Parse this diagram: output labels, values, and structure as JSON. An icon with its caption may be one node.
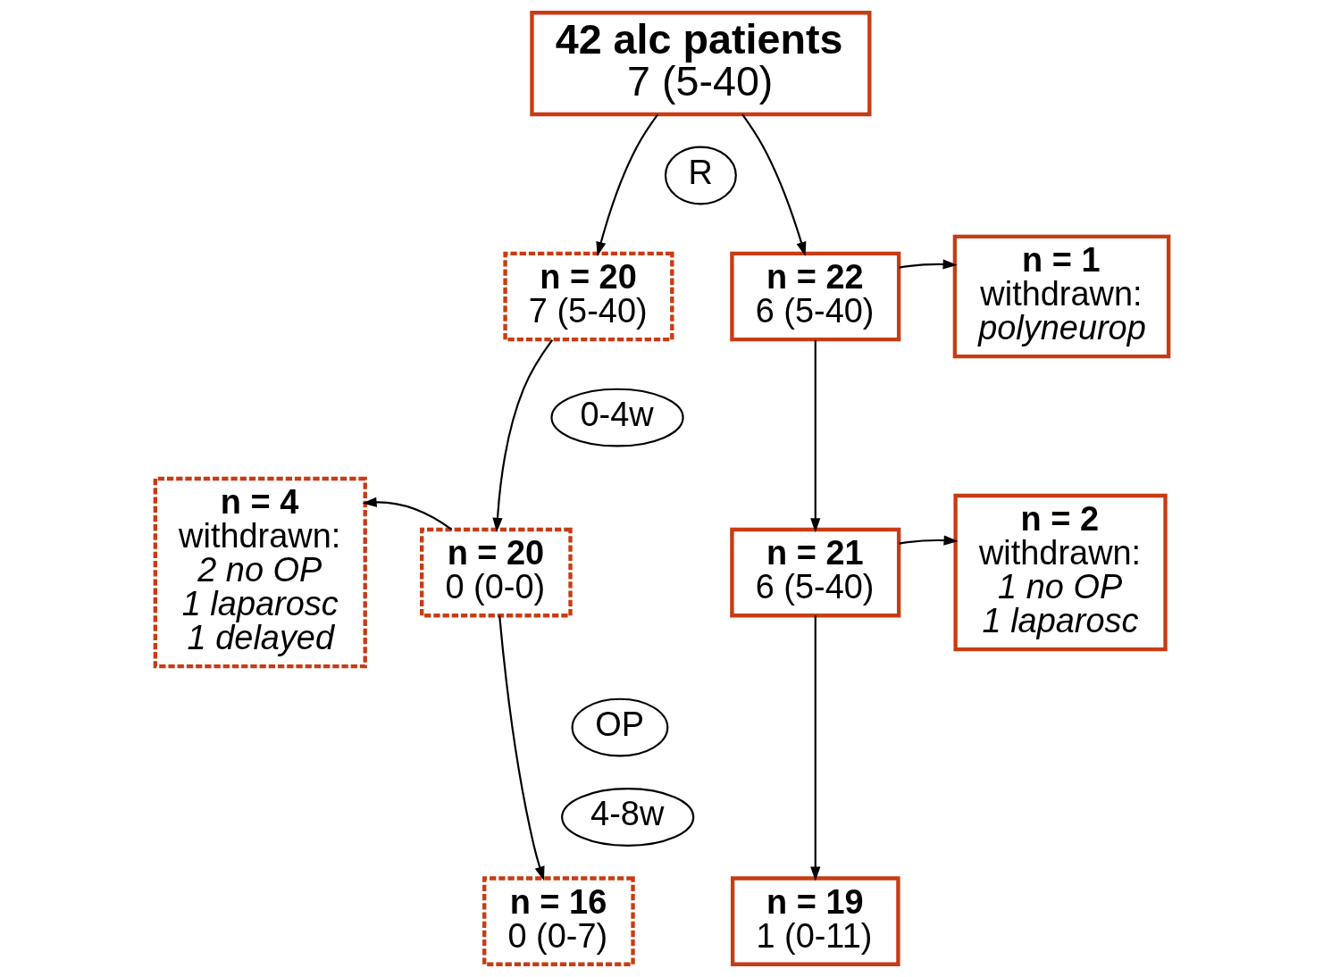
{
  "diagram": {
    "nodes": [
      {
        "text": [
          "42 alc patients",
          "7 (5-40)"
        ]
      },
      {
        "text": [
          "R"
        ]
      },
      {
        "text": [
          "n = 20",
          "7 (5-40)"
        ]
      },
      {
        "text": [
          "n = 22",
          "6 (5-40)"
        ]
      },
      {
        "text": [
          "n = 1",
          "withdrawn:",
          "polyneurop"
        ]
      },
      {
        "text": [
          "0-4w"
        ]
      },
      {
        "text": [
          "n = 4",
          "withdrawn:",
          "2 no OP",
          "1 laparosc",
          "1 delayed"
        ]
      },
      {
        "text": [
          "n = 20",
          "0 (0-0)"
        ]
      },
      {
        "text": [
          "n = 21",
          "6 (5-40)"
        ]
      },
      {
        "text": [
          "n = 2",
          "withdrawn:",
          "1 no OP",
          "1 laparosc"
        ]
      },
      {
        "text": [
          "OP"
        ]
      },
      {
        "text": [
          "4-8w"
        ]
      },
      {
        "text": [
          "n = 16",
          "0 (0-7)"
        ]
      },
      {
        "text": [
          "n = 19",
          "1 (0-11)"
        ]
      }
    ],
    "edges": [
      {
        "from": 0,
        "to": 2,
        "arrow": "to"
      },
      {
        "from": 0,
        "to": 3,
        "arrow": "to"
      },
      {
        "from": 3,
        "to": 4,
        "arrow": "to"
      },
      {
        "from": 2,
        "to": 7,
        "arrow": "to"
      },
      {
        "from": 3,
        "to": 8,
        "arrow": "to"
      },
      {
        "from": 7,
        "to": 6,
        "arrow": "to"
      },
      {
        "from": 8,
        "to": 9,
        "arrow": "to"
      },
      {
        "from": 7,
        "to": 12,
        "arrow": "to"
      },
      {
        "from": 8,
        "to": 13,
        "arrow": "to"
      }
    ]
  }
}
